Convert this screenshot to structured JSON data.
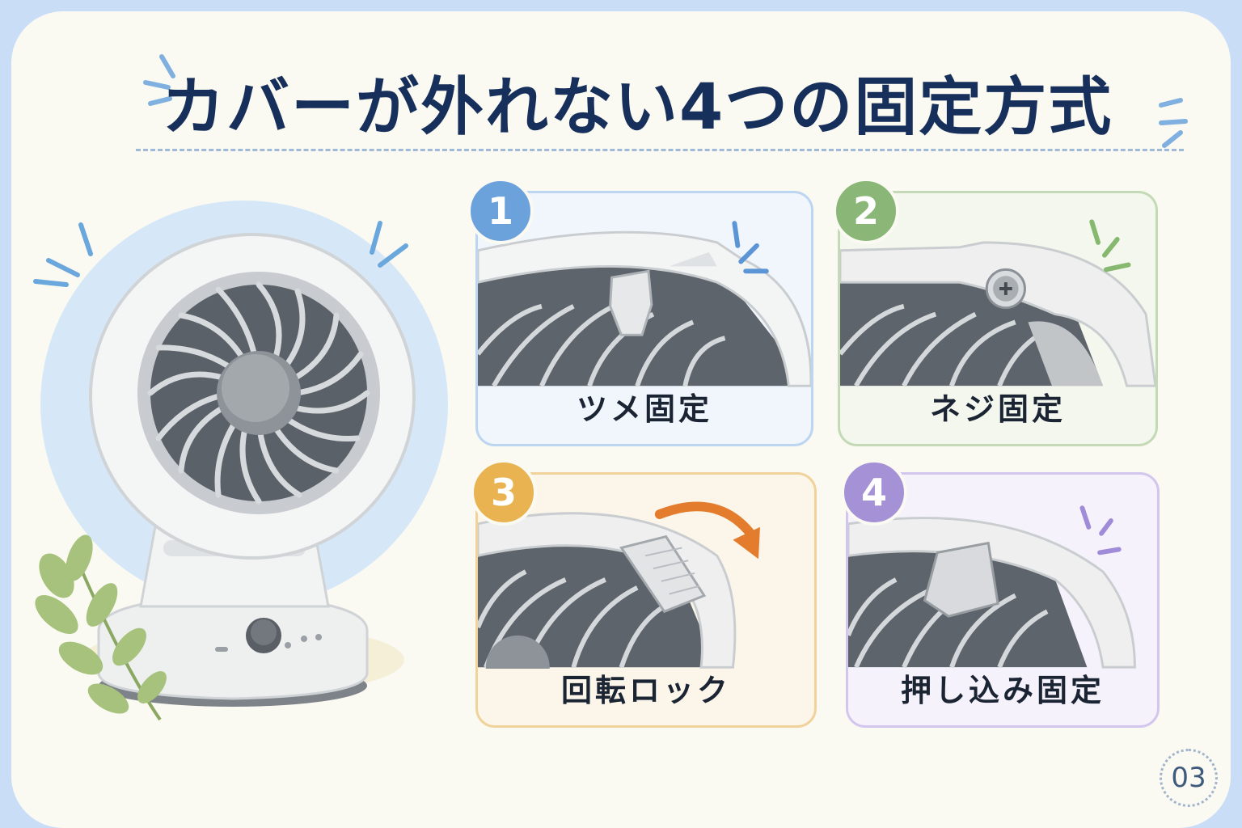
{
  "title": "カバーが外れない4つの固定方式",
  "page_number": "03",
  "colors": {
    "title": "#17305b",
    "card1": "#6ca2dc",
    "card2": "#8ab777",
    "card3": "#e8b350",
    "card4": "#a591d6",
    "arrow": "#e37d2d"
  },
  "cards": [
    {
      "number": "1",
      "label": "ツメ固定",
      "icon": "snap-tab"
    },
    {
      "number": "2",
      "label": "ネジ固定",
      "icon": "screw"
    },
    {
      "number": "3",
      "label": "回転ロック",
      "icon": "rotate-arrow"
    },
    {
      "number": "4",
      "label": "押し込み固定",
      "icon": "push-button"
    }
  ]
}
